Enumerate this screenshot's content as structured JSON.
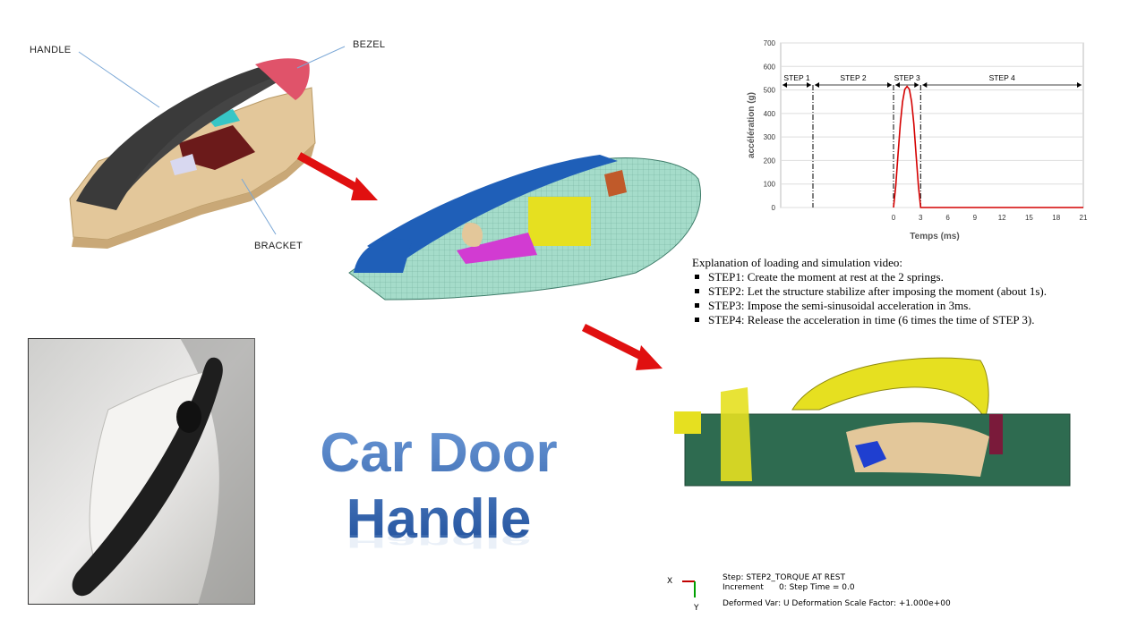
{
  "labels": {
    "handle": "HANDLE",
    "bezel": "BEZEL",
    "bracket": "BRACKET"
  },
  "title": {
    "line1": "Car Door",
    "line2": "Handle"
  },
  "notes": {
    "heading": "Explanation of loading and simulation video:",
    "items": [
      "STEP1: Create the moment at rest at the 2 springs.",
      "STEP2: Let the structure stabilize after imposing the moment (about 1s).",
      "STEP3: Impose the semi-sinusoidal acceleration in 3ms.",
      "STEP4: Release the acceleration in time (6 times the time of STEP 3)."
    ]
  },
  "simulation": {
    "step": "Step: STEP2_TORQUE AT REST",
    "increment": "Increment      0: Step Time = 0.0",
    "deformed": "Deformed Var: U   Deformation Scale Factor: +1.000e+00",
    "axis_x": "X",
    "axis_y": "Y"
  },
  "chart_data": {
    "type": "line",
    "xlabel": "Temps (ms)",
    "ylabel": "accélération (g)",
    "ylim": [
      0,
      700
    ],
    "yticks": [
      0,
      100,
      200,
      300,
      400,
      500,
      600,
      700
    ],
    "xticks": [
      0,
      3,
      6,
      9,
      12,
      15,
      18,
      21
    ],
    "steps": [
      "STEP 1",
      "STEP 2",
      "STEP 3",
      "STEP 4"
    ],
    "series": [
      {
        "color": "#d40000",
        "x": [
          0,
          0.25,
          0.5,
          0.75,
          1.0,
          1.25,
          1.5,
          1.75,
          2.0,
          2.25,
          2.5,
          2.75,
          3.0,
          21
        ],
        "y": [
          0,
          92,
          224,
          356,
          450,
          503,
          515,
          503,
          450,
          356,
          224,
          92,
          0,
          0
        ]
      }
    ]
  },
  "colors": {
    "arrow": "#e01010",
    "fe_blue": "#1f5fb8",
    "fe_green": "#9fd6c4",
    "fe_yellow": "#e6e020",
    "fe_dark_green": "#2e6b50",
    "title_blue": "#3a6db5"
  }
}
